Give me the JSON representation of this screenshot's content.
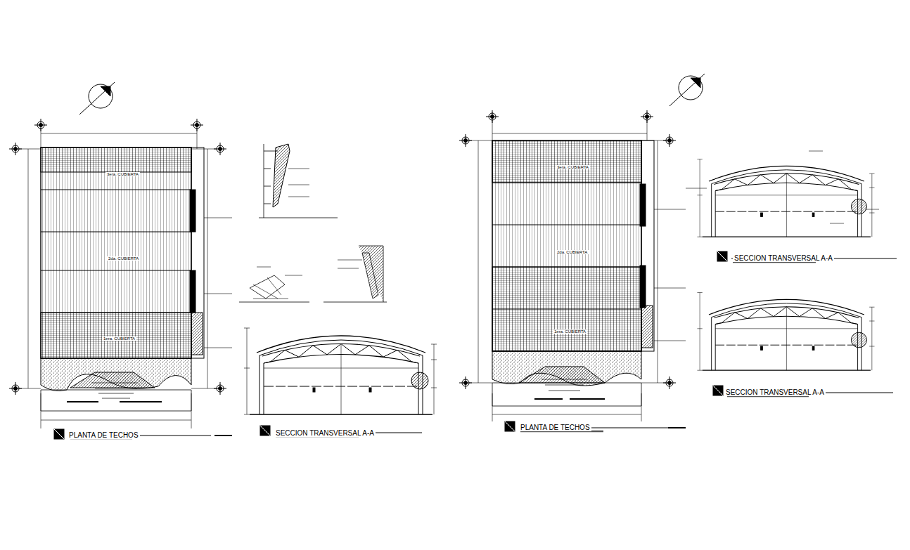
{
  "diagram": {
    "labels": [
      "3era. CUBIERTA",
      "2da. CUBIERTA",
      "1era. CUBIERTA",
      "PLANTA DE TECHOS",
      "SECCION TRANSVERSAL A-A",
      "3era. CUBIERTA",
      "2da. CUBIERTA",
      "1era. CUBIERTA",
      "PLANTA DE TECHOS",
      "SECCION TRANSVERSAL A-A",
      "SECCION TRANSVERSAL A-A"
    ]
  }
}
